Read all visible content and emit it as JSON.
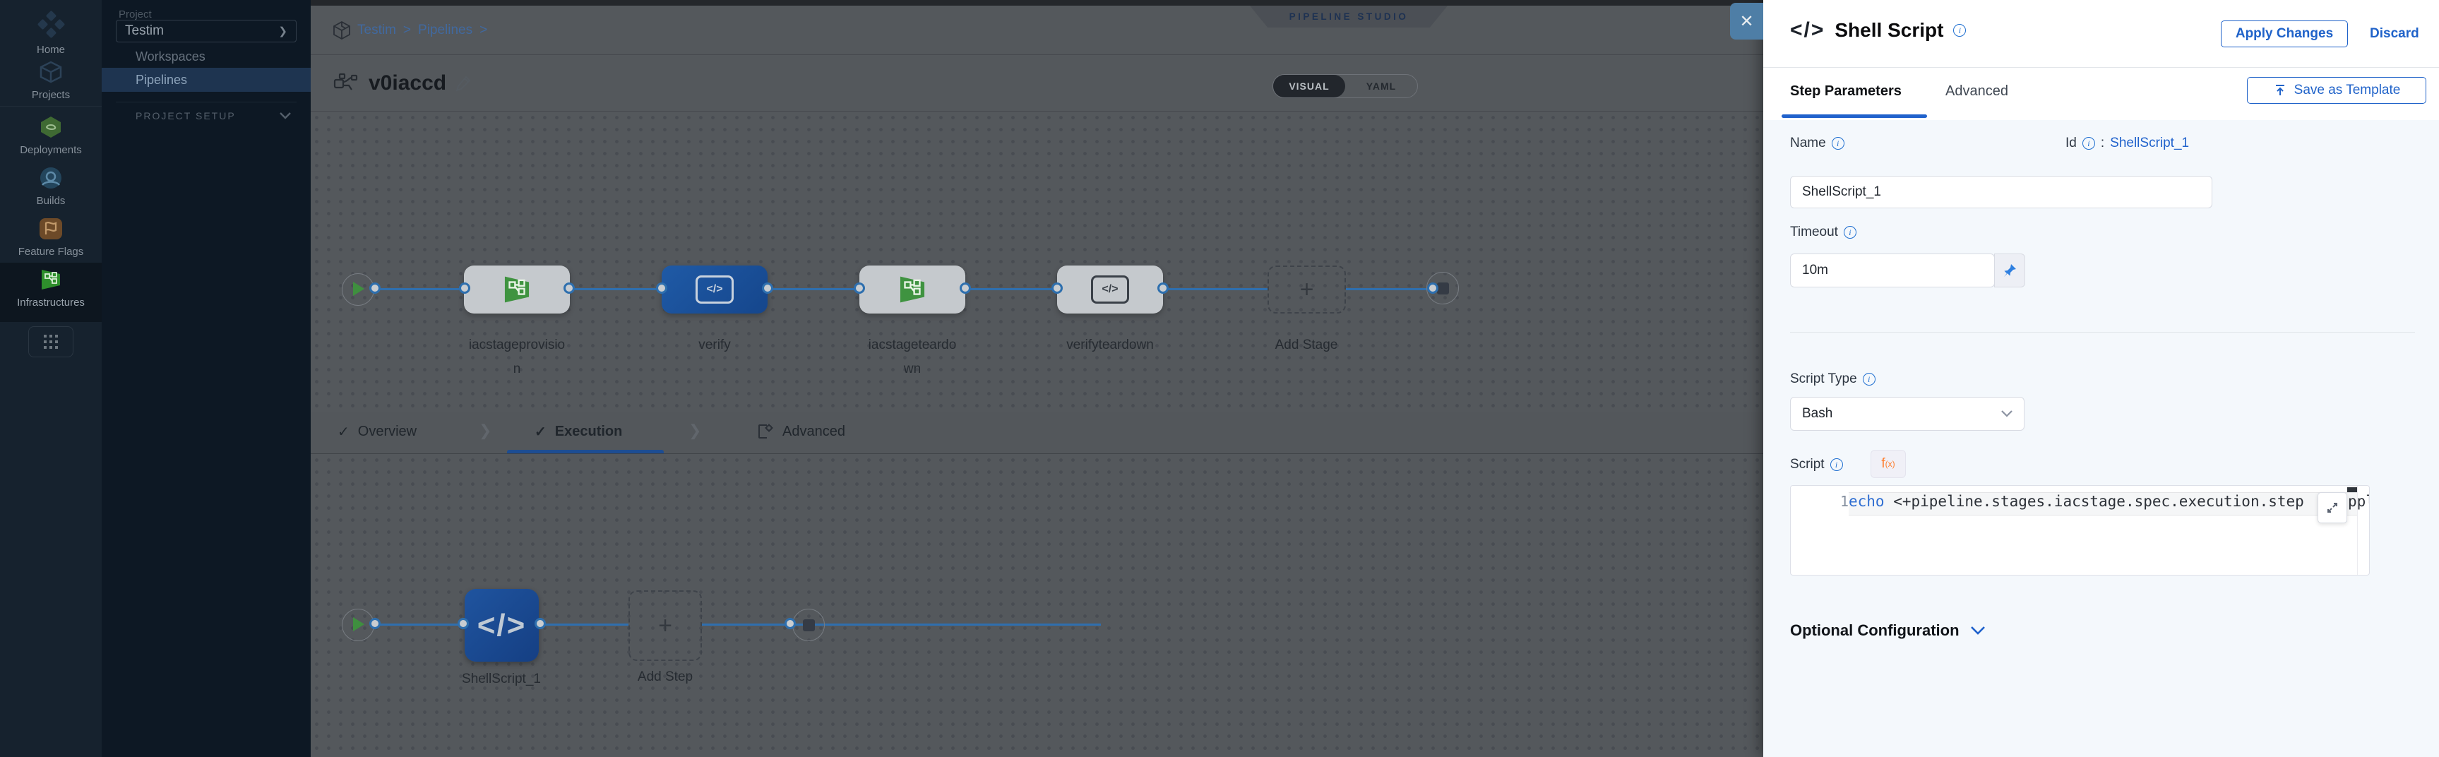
{
  "icons": {
    "close": "✕",
    "chevron_right": "❯",
    "breadcrumb_sep": ">",
    "check": "✓",
    "plus": "+",
    "code": "</>",
    "info": "i",
    "fx": "f",
    "fx_sub": "(x)",
    "id_colon": ":"
  },
  "nav_rail": {
    "items": [
      {
        "label": "Home"
      },
      {
        "label": "Projects"
      },
      {
        "label": "Deployments"
      },
      {
        "label": "Builds"
      },
      {
        "label": "Feature Flags"
      },
      {
        "label": "Infrastructures"
      }
    ]
  },
  "project_sidebar": {
    "project_label": "Project",
    "project_value": "Testim",
    "items": [
      {
        "label": "Workspaces"
      },
      {
        "label": "Pipelines"
      }
    ],
    "setup_label": "PROJECT SETUP"
  },
  "canvas": {
    "breadcrumb": {
      "item1": "Testim",
      "item2": "Pipelines"
    },
    "title": "v0iaccd",
    "badge": "PIPELINE STUDIO",
    "view_toggle": {
      "visual": "VISUAL",
      "yaml": "YAML"
    },
    "stages": {
      "0": {
        "label": "iacstageprovisio\nn"
      },
      "1": {
        "label": "verify"
      },
      "2": {
        "label": "iacstageteardo\nwn"
      },
      "3": {
        "label": "verifyteardown"
      }
    },
    "add_stage": "Add Stage",
    "tabs": {
      "overview": "Overview",
      "execution": "Execution",
      "advanced": "Advanced"
    },
    "execution": {
      "step_label": "ShellScript_1",
      "add_step": "Add Step"
    }
  },
  "panel": {
    "title": "Shell Script",
    "apply_button": "Apply Changes",
    "discard_button": "Discard",
    "tabs": {
      "step_parameters": "Step Parameters",
      "advanced": "Advanced"
    },
    "save_as_template": "Save as Template",
    "name": {
      "label": "Name",
      "value": "ShellScript_1"
    },
    "id": {
      "label": "Id",
      "value": "ShellScript_1"
    },
    "timeout": {
      "label": "Timeout",
      "value": "10m"
    },
    "script_type": {
      "label": "Script Type",
      "value": "Bash"
    },
    "script": {
      "label": "Script",
      "line_number": "1",
      "keyword": "echo",
      "body": " <+pipeline.stages.iacstage.spec.execution.step",
      "clipped_tail": "ppl"
    },
    "optional_configuration": "Optional Configuration"
  },
  "colors": {
    "accent_blue": "#2062cc",
    "node_blue": "#1f549f",
    "harness_green": "#3f8f3f",
    "fx_orange": "#ff7d2d"
  }
}
